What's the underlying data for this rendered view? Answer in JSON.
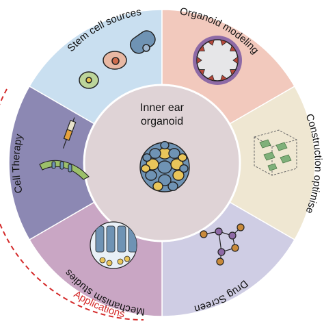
{
  "center": {
    "line1": "Inner ear",
    "line2": "organoid"
  },
  "segments": [
    {
      "label": "Stem cell sources",
      "color": "#c9dff0"
    },
    {
      "label": "Organoid modeling",
      "color": "#f2c9bd"
    },
    {
      "label": "Construction optimise",
      "color": "#efe7d2"
    },
    {
      "label": "Drug Screen",
      "color": "#cfcde4"
    },
    {
      "label": "Mechanism studies",
      "color": "#c9a6c4"
    },
    {
      "label": "Cell Therapy",
      "color": "#8c88b3"
    }
  ],
  "applications_label": "Applications",
  "colors": {
    "inner_ring": "#dfd3d6",
    "outline": "#222222",
    "applications_arc": "#d42a2a",
    "organoid_blue": "#6f93b4",
    "organoid_yellow": "#e9c55a",
    "drug_node": "#c98a3a",
    "drug_node_purple": "#8e6aa6"
  },
  "icons": {
    "stem_cells": "stem-cells-icon",
    "organoid_cross_section": "organoid-cross-section-icon",
    "scaffold_cube": "scaffold-cube-icon",
    "molecule": "molecule-icon",
    "hair_cells": "hair-cells-icon",
    "syringe": "syringe-icon",
    "cochlea": "cochlea-icon",
    "organoid_sphere": "organoid-sphere-icon"
  }
}
